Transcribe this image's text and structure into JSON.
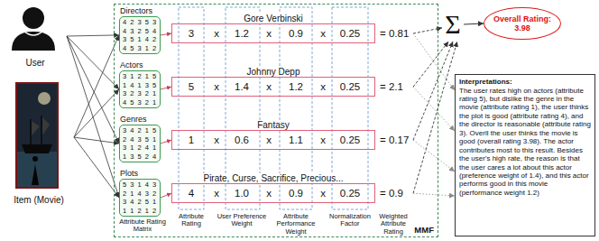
{
  "diagram": {
    "nodes": [
      {
        "text": [
          "User"
        ]
      },
      {
        "text": [
          "Item (Movie)"
        ]
      },
      {
        "text": [
          "MMF"
        ]
      },
      {
        "text": [
          "Directors",
          "4 2 3 5 3",
          "4 3 2 5 4",
          "3 5 1 4 2",
          "4 5 3 1 2"
        ],
        "in": 2
      },
      {
        "text": [
          "Actors",
          "3 1 2 1 5",
          "1 4 1 3 5",
          "3 2 3 2 1",
          "4 5 3 2 1"
        ],
        "in": 2
      },
      {
        "text": [
          "Genres",
          "3 4 2 1 5",
          "2 4 3 5 1",
          "3 1 2 4 1",
          "1 3 5 2 4"
        ],
        "in": 2
      },
      {
        "text": [
          "Plots",
          "5 3 1 4 3",
          "2 1 4 3 2",
          "3 4 2 5 1",
          "1 1 2 1 2"
        ],
        "in": 2
      },
      {
        "text": [
          "Gore Verbinski",
          "3",
          "x",
          "1.2",
          "x",
          "0.9",
          "x",
          "0.25",
          "= 0.81"
        ],
        "in": 2
      },
      {
        "text": [
          "Johnny Depp",
          "5",
          "x",
          "1.4",
          "x",
          "1.2",
          "x",
          "0.25",
          "= 2.1"
        ],
        "in": 2
      },
      {
        "text": [
          "Fantasy",
          "1",
          "x",
          "0.6",
          "x",
          "1.1",
          "x",
          "0.25",
          "= 0.17"
        ],
        "in": 2
      },
      {
        "text": [
          "Pirate, Curse, Sacrifice, Precious...",
          "4",
          "x",
          "1.0",
          "x",
          "0.9",
          "x",
          "0.25",
          "= 0.9"
        ],
        "in": 2
      },
      {
        "text": [
          "Σ"
        ]
      },
      {
        "text": [
          "Overall Rating: 3.98"
        ]
      },
      {
        "text": [
          "Interpretations:",
          "The user rates high on actors (attribute rating 5), but dislike the genre in the movie (attribute rating 1), the user thinks the plot is good (attribute rating 4), and the director is reasonable (attribute rating 3). Overll the user thinks the movie is good (overall rating 3.98). The actor contributes most to this result. Besides the user's high rate, the reason is that the user cares a lot about this actor (preference weight of 1.4), and this actor performs good in this movie (performance weight 1.2)"
        ]
      }
    ],
    "edges": [
      {
        "from": 0,
        "to": 3,
        "arrow": "to"
      },
      {
        "from": 0,
        "to": 4,
        "arrow": "to"
      },
      {
        "from": 0,
        "to": 5,
        "arrow": "to"
      },
      {
        "from": 0,
        "to": 6,
        "arrow": "to"
      },
      {
        "from": 1,
        "to": 3,
        "arrow": "to"
      },
      {
        "from": 1,
        "to": 4,
        "arrow": "to"
      },
      {
        "from": 1,
        "to": 5,
        "arrow": "to"
      },
      {
        "from": 1,
        "to": 6,
        "arrow": "to"
      },
      {
        "from": 3,
        "to": 7,
        "arrow": "to"
      },
      {
        "from": 4,
        "to": 8,
        "arrow": "to"
      },
      {
        "from": 5,
        "to": 9,
        "arrow": "to"
      },
      {
        "from": 6,
        "to": 10,
        "arrow": "to"
      },
      {
        "from": 7,
        "to": 11,
        "arrow": "to"
      },
      {
        "from": 8,
        "to": 11,
        "arrow": "to"
      },
      {
        "from": 9,
        "to": 11,
        "arrow": "to"
      },
      {
        "from": 10,
        "to": 11,
        "arrow": "to"
      },
      {
        "from": 11,
        "to": 12,
        "arrow": "to"
      },
      {
        "from": 7,
        "to": 13,
        "arrow": "to"
      },
      {
        "from": 8,
        "to": 13,
        "arrow": "to"
      },
      {
        "from": 9,
        "to": 13,
        "arrow": "to"
      },
      {
        "from": 10,
        "to": 13,
        "arrow": "to"
      }
    ],
    "labels": [
      "Attribute Rating Matrix",
      "Attribute Rating",
      "User Preference Weight",
      "Attribute Performance Weight",
      "Normalization Factor",
      "Weighted Attribute Rating"
    ]
  }
}
